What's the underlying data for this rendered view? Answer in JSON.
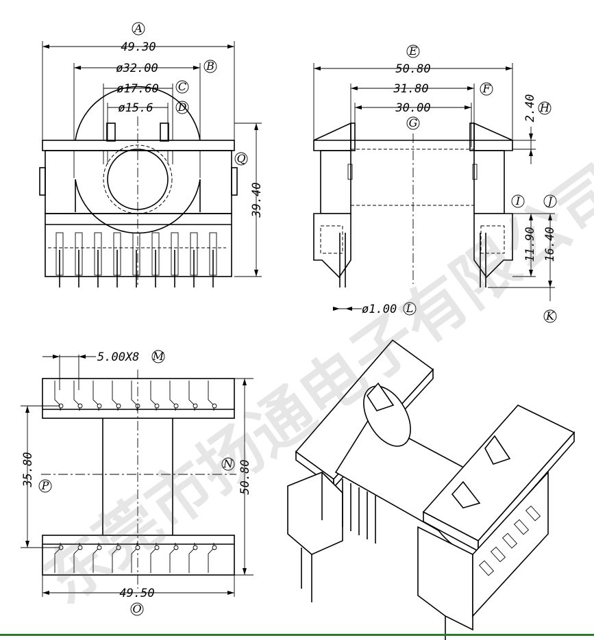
{
  "title": "",
  "colors": {
    "line": "#000000",
    "bottom_rule": "#2a7a2a",
    "watermark": "#6a6a6a"
  },
  "watermark": "东莞市扬通电子有限公司",
  "front_view": {
    "dim_A": {
      "letter": "A",
      "value": "49.30"
    },
    "dim_B": {
      "letter": "B",
      "value": "ø32.00"
    },
    "dim_C": {
      "letter": "C",
      "value": "ø17.60"
    },
    "dim_D": {
      "letter": "D",
      "value": "ø15.6"
    },
    "dim_Q": {
      "letter": "Q",
      "value": "39.40"
    }
  },
  "side_view": {
    "dim_E": {
      "letter": "E",
      "value": "50.80"
    },
    "dim_F": {
      "letter": "F",
      "value": "31.80"
    },
    "dim_G": {
      "letter": "G",
      "value": "30.00"
    },
    "dim_H": {
      "letter": "H",
      "value": "2.40"
    },
    "dim_I": {
      "letter": "I",
      "value": "11.90"
    },
    "dim_J": {
      "letter": "J",
      "value": "16.40"
    },
    "dim_K": {
      "letter": "K",
      "value": ""
    },
    "dim_L": {
      "letter": "L",
      "value": "ø1.00"
    }
  },
  "top_view": {
    "dim_M": {
      "letter": "M",
      "value": "5.00X8"
    },
    "dim_N": {
      "letter": "N",
      "value": "50.80"
    },
    "dim_O": {
      "letter": "O",
      "value": "49.50"
    },
    "dim_P": {
      "letter": "P",
      "value": "35.80"
    }
  }
}
